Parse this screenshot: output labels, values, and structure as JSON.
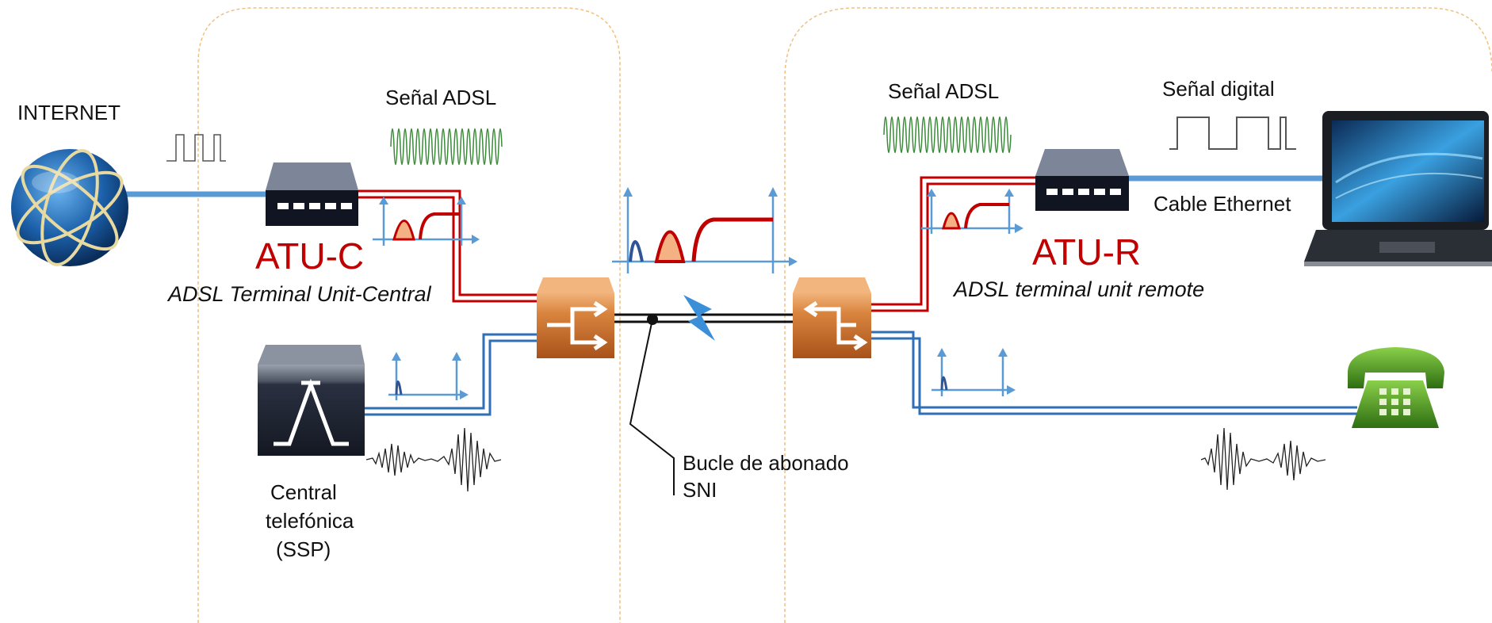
{
  "labels": {
    "internet": "INTERNET",
    "senal_adsl_left": "Señal ADSL",
    "senal_adsl_right": "Señal ADSL",
    "senal_digital": "Señal digital",
    "cable_ethernet": "Cable Ethernet",
    "atu_c": "ATU-C",
    "atu_c_desc": "ADSL Terminal Unit-Central",
    "atu_r": "ATU-R",
    "atu_r_desc": "ADSL terminal unit remote",
    "central_line1": "Central",
    "central_line2": "telefónica",
    "central_line3": "(SSP)",
    "bucle_line1": "Bucle de abonado",
    "bucle_line2": "SNI"
  },
  "colors": {
    "adsl_red": "#c00000",
    "voice_blue": "#2f6fb5",
    "signal_green": "#3a8a3a",
    "axis_blue": "#5b9bd5",
    "zone_border": "#f0c080",
    "splitter_orange": "#c8662a",
    "upstream_fill": "#f4b183"
  },
  "icons": [
    "globe-icon",
    "atu-c-modem-icon",
    "atu-r-modem-icon",
    "central-switch-icon",
    "splitter-left-icon",
    "splitter-right-icon",
    "laptop-icon",
    "telephone-icon",
    "lightning-icon"
  ]
}
